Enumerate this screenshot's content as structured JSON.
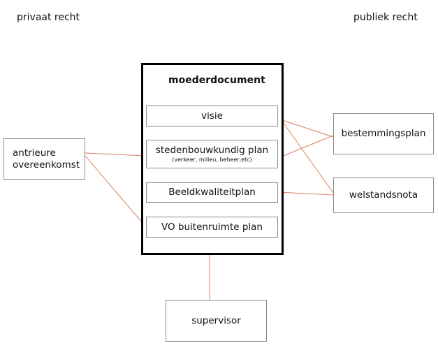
{
  "headings": {
    "left": "privaat recht",
    "right": "publiek recht"
  },
  "main_document": {
    "title": "moederdocument",
    "items": {
      "visie": "visie",
      "stedenbouwkundig": "stedenbouwkundig plan",
      "stedenbouwkundig_sub": "(verkeer, milieu, beheer,etc)",
      "beeldkwaliteit": "Beeldkwaliteitplan",
      "vo_buitenruimte": "VO buitenruimte plan"
    }
  },
  "left_box": {
    "line1": "antrieure",
    "line2": "overeenkomst"
  },
  "right_boxes": {
    "bestemmingsplan": "bestemmingsplan",
    "welstandsnota": "welstandsnota"
  },
  "bottom_box": {
    "label": "supervisor"
  },
  "colors": {
    "connector": "#d9825f",
    "box_border": "#8a8a8a",
    "main_border": "#000000"
  }
}
